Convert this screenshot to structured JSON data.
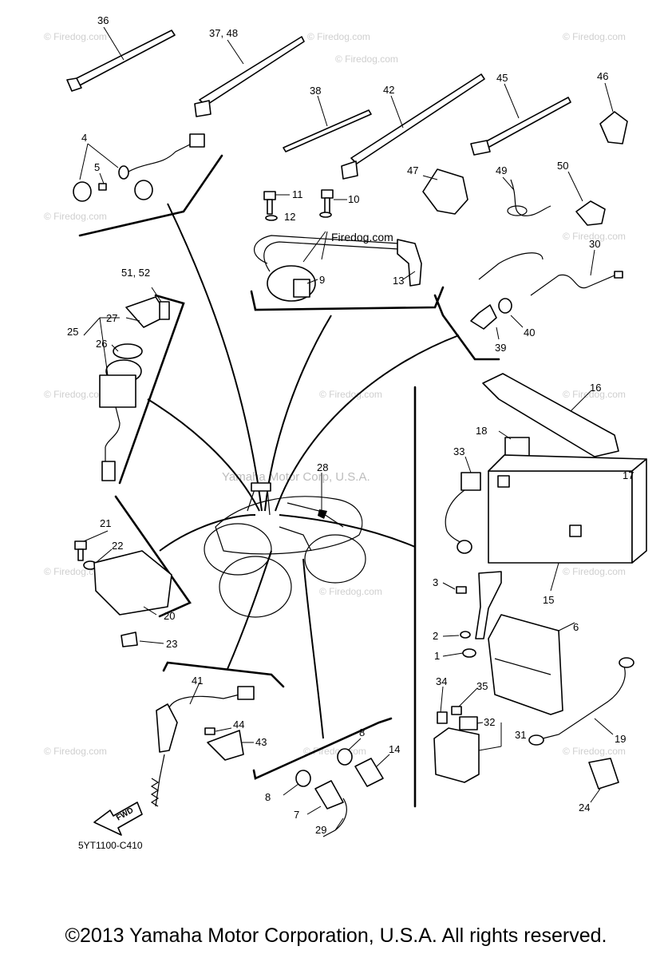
{
  "watermark": {
    "site": "© Firedog.com",
    "center": "Yamaha Motor Corp, U.S.A.",
    "wire_text": "Firedog.com"
  },
  "diagram_code": "5YT1100-C410",
  "fwd_label": "FWD",
  "copyright": "©2013 Yamaha Motor Corporation, U.S.A. All rights reserved.",
  "callouts": {
    "c36": "36",
    "c37": "37, 48",
    "c38": "38",
    "c42": "42",
    "c45": "45",
    "c46": "46",
    "c4": "4",
    "c5": "5",
    "c11": "11",
    "c10": "10",
    "c12": "12",
    "c9": "9",
    "c13": "13",
    "c47": "47",
    "c49": "49",
    "c50": "50",
    "c30": "30",
    "c39": "39",
    "c40": "40",
    "c51": "51, 52",
    "c27": "27",
    "c25": "25",
    "c26": "26",
    "c16": "16",
    "c18": "18",
    "c33": "33",
    "c17": "17",
    "c28": "28",
    "c21": "21",
    "c22": "22",
    "c20": "20",
    "c23": "23",
    "c3": "3",
    "c15": "15",
    "c6": "6",
    "c2": "2",
    "c1": "1",
    "c34": "34",
    "c35": "35",
    "c32": "32",
    "c31": "31",
    "c19": "19",
    "c24": "24",
    "c41": "41",
    "c44": "44",
    "c43": "43",
    "c8a": "8",
    "c14": "14",
    "c8b": "8",
    "c7": "7",
    "c29": "29"
  }
}
